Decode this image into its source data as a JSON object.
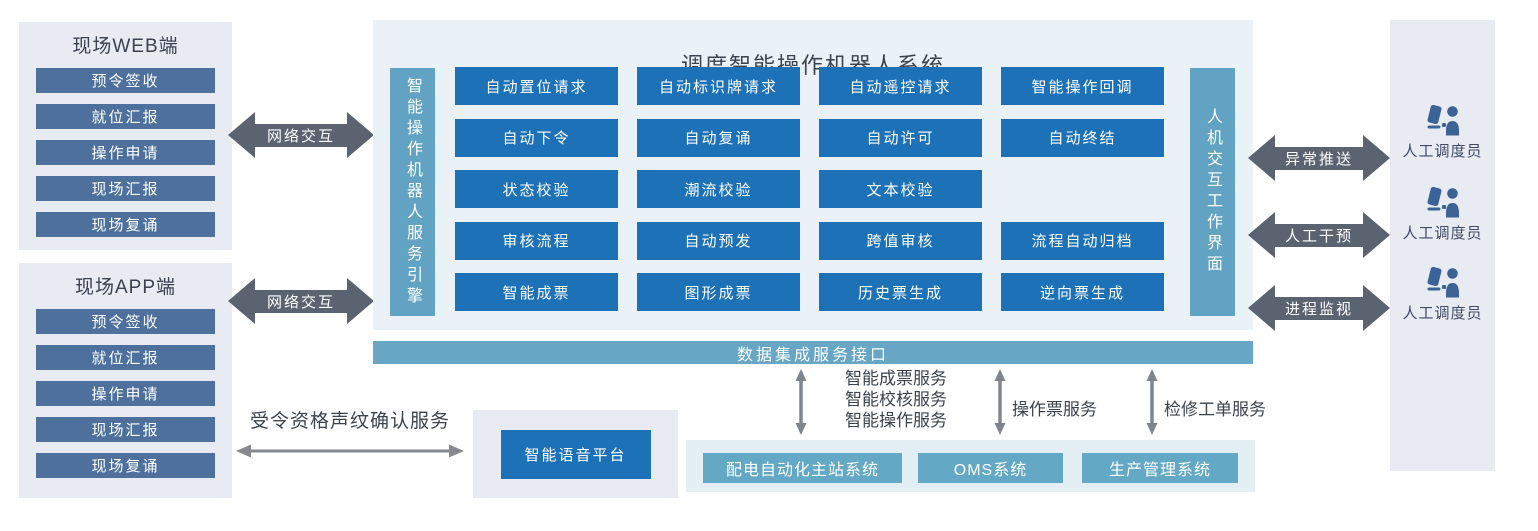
{
  "web_panel": {
    "title": "现场WEB端",
    "items": [
      "预令签收",
      "就位汇报",
      "操作申请",
      "现场汇报",
      "现场复诵"
    ]
  },
  "app_panel": {
    "title": "现场APP端",
    "items": [
      "预令签收",
      "就位汇报",
      "操作申请",
      "现场汇报",
      "现场复诵"
    ]
  },
  "network_arrows": {
    "label": "网络交互"
  },
  "system": {
    "title": "调度智能操作机器人系统",
    "engine_bar": "智能操作机器人服务引擎",
    "hmi_bar": "人机交互工作界面",
    "modules": [
      "自动置位请求",
      "自动标识牌请求",
      "自动遥控请求",
      "智能操作回调",
      "自动下令",
      "自动复诵",
      "自动许可",
      "自动终结",
      "状态校验",
      "潮流校验",
      "文本校验",
      "",
      "审核流程",
      "自动预发",
      "跨值审核",
      "流程自动归档",
      "智能成票",
      "图形成票",
      "历史票生成",
      "逆向票生成"
    ]
  },
  "integration_bar": {
    "label": "数据集成服务接口"
  },
  "voice": {
    "service_label": "受令资格声纹确认服务",
    "platform": "智能语音平台"
  },
  "downstream": {
    "connections": [
      {
        "lines": [
          "智能成票服务",
          "智能校核服务",
          "智能操作服务"
        ]
      },
      {
        "lines": [
          "操作票服务"
        ]
      },
      {
        "lines": [
          "检修工单服务"
        ]
      }
    ],
    "systems": [
      "配电自动化主站系统",
      "OMS系统",
      "生产管理系统"
    ]
  },
  "dispatchers": {
    "groups": [
      {
        "arrow": "异常推送",
        "person": "人工调度员"
      },
      {
        "arrow": "人工干预",
        "person": "人工调度员"
      },
      {
        "arrow": "进程监视",
        "person": "人工调度员"
      }
    ]
  },
  "colors": {
    "module_blue": "#1d72b7",
    "steel_blue": "#4d709d",
    "teal_bar": "#62a3c3",
    "system_teal": "#63a8c4",
    "panel_gray": "#e8ebf2",
    "panel_blue": "#eaf2f7",
    "arrow_dark": "#5b6371",
    "arrow_gray": "#7e858c",
    "icon_blue": "#3b6396",
    "text_dark": "#3c434e"
  }
}
